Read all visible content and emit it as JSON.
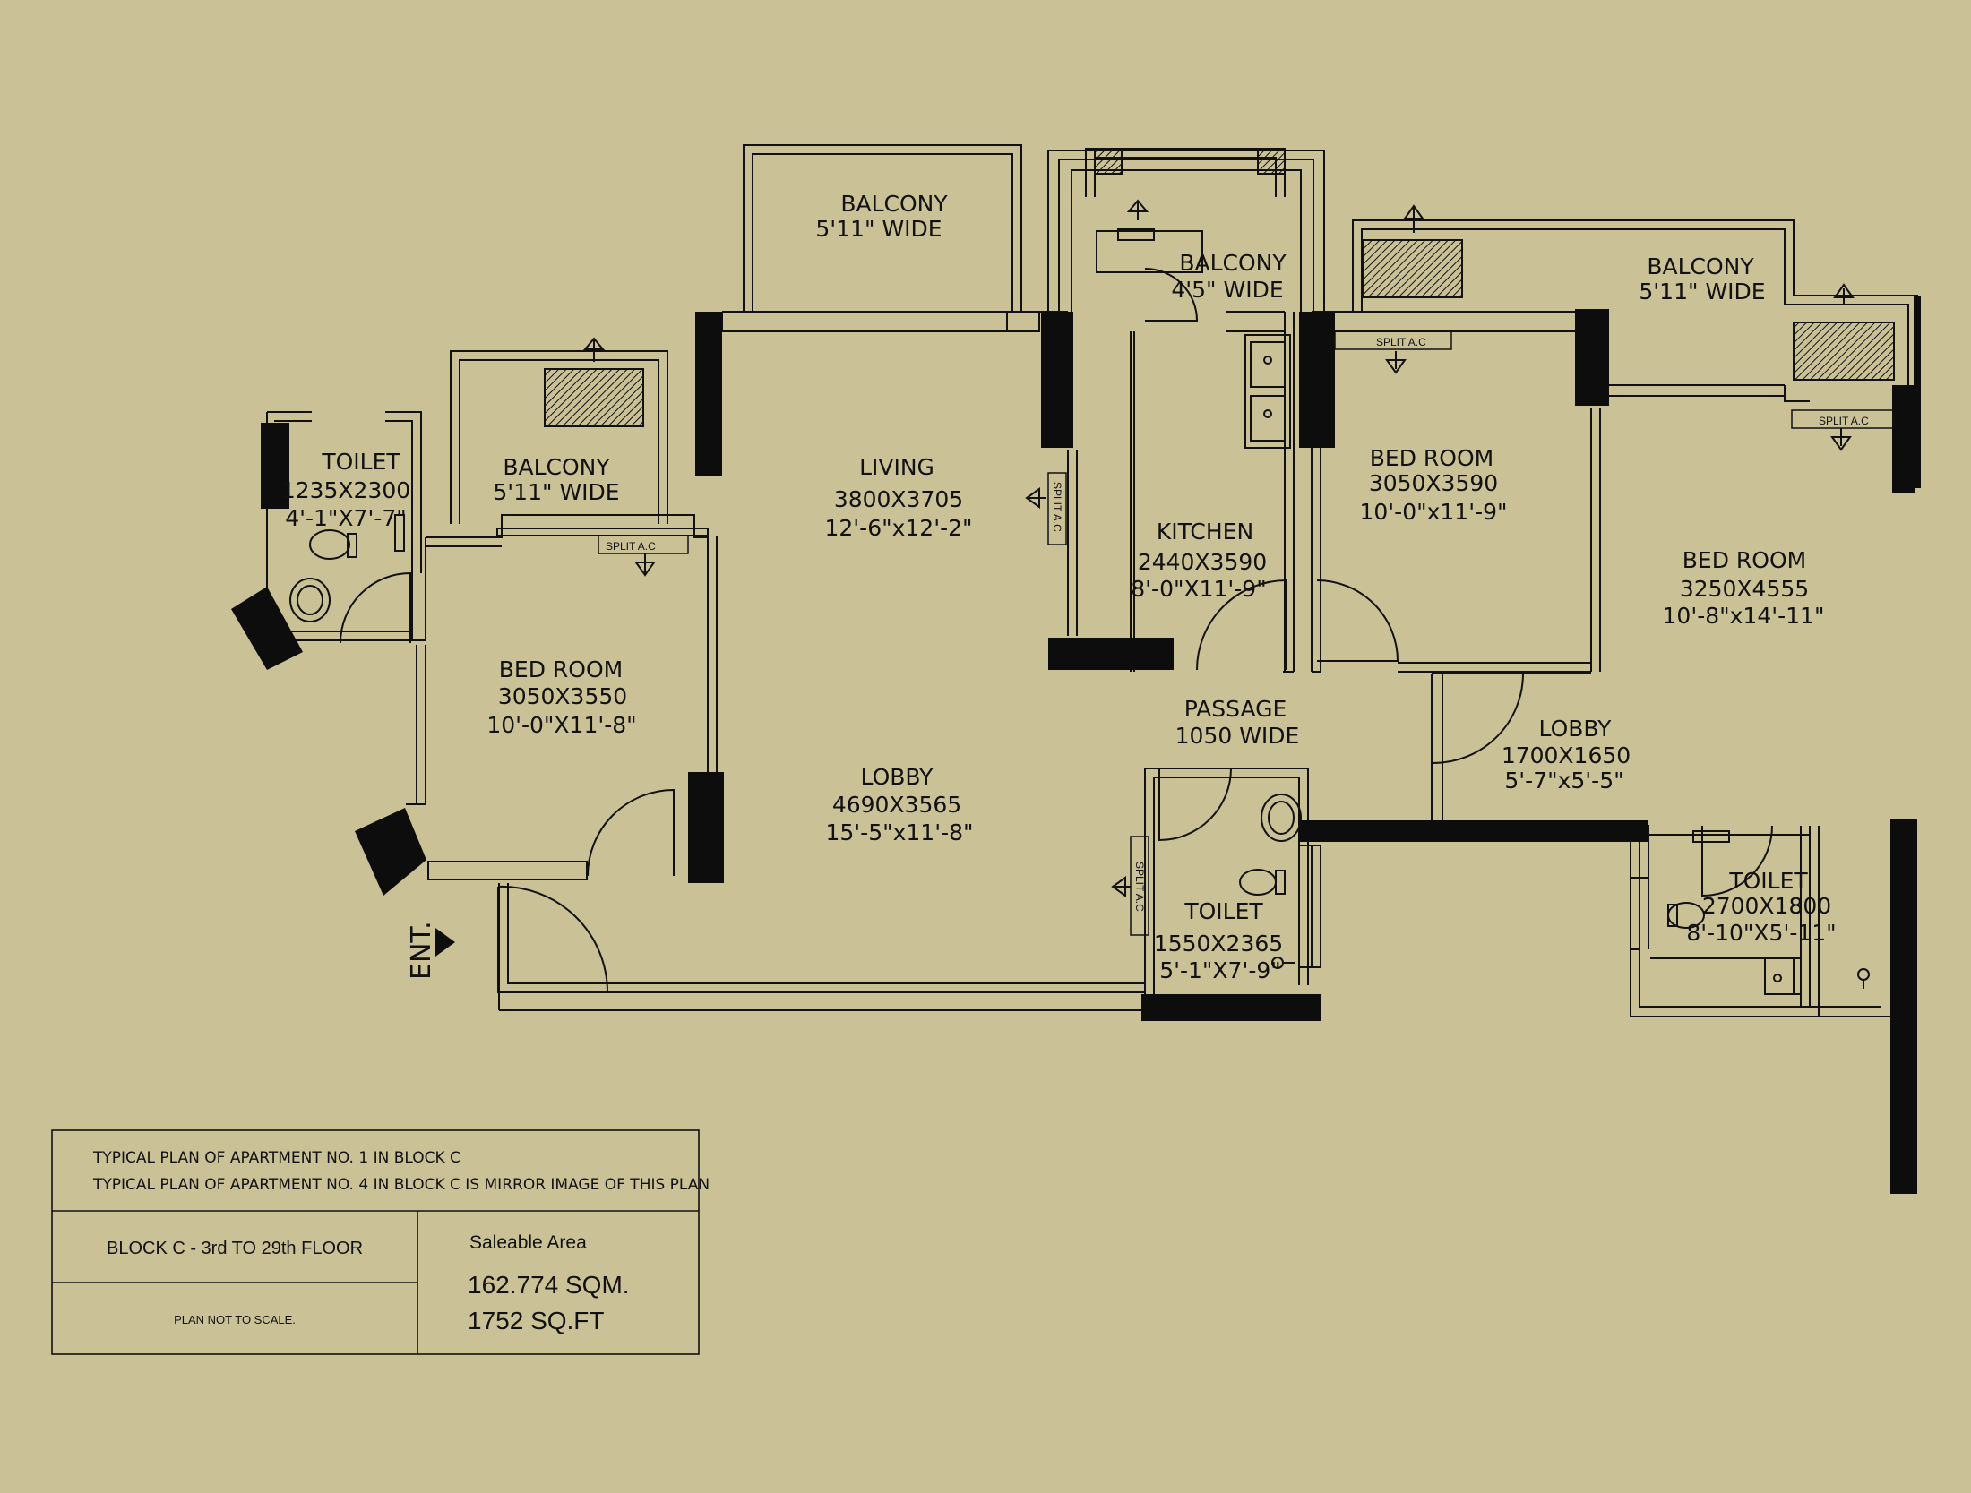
{
  "colors": {
    "background": "#cbc196",
    "ink": "#111111",
    "wall": "#0d0d0d"
  },
  "rooms": {
    "balcony_living": {
      "name": "BALCONY",
      "width": "5'11\" WIDE"
    },
    "balcony_kitchen": {
      "name": "BALCONY",
      "width": "4'5\" WIDE"
    },
    "balcony_right": {
      "name": "BALCONY",
      "width": "5'11\" WIDE"
    },
    "balcony_left": {
      "name": "BALCONY",
      "width": "5'11\" WIDE"
    },
    "toilet_left": {
      "name": "TOILET",
      "mm": "1235X2300",
      "ft": "4'-1\"X7'-7\""
    },
    "living": {
      "name": "LIVING",
      "mm": "3800X3705",
      "ft": "12'-6\"x12'-2\""
    },
    "kitchen": {
      "name": "KITCHEN",
      "mm": "2440X3590",
      "ft": "8'-0\"X11'-9\""
    },
    "bedroom_center": {
      "name": "BED ROOM",
      "mm": "3050X3590",
      "ft": "10'-0\"x11'-9\""
    },
    "bedroom_right": {
      "name": "BED ROOM",
      "mm": "3250X4555",
      "ft": "10'-8\"x14'-11\""
    },
    "bedroom_left": {
      "name": "BED ROOM",
      "mm": "3050X3550",
      "ft": "10'-0\"X11'-8\""
    },
    "passage": {
      "name": "PASSAGE",
      "width": "1050 WIDE"
    },
    "lobby_main": {
      "name": "LOBBY",
      "mm": "4690X3565",
      "ft": "15'-5\"x11'-8\""
    },
    "lobby_right": {
      "name": "LOBBY",
      "mm": "1700X1650",
      "ft": "5'-7\"x5'-5\""
    },
    "toilet_center": {
      "name": "TOILET",
      "mm": "1550X2365",
      "ft": "5'-1\"X7'-9\""
    },
    "toilet_right": {
      "name": "TOILET",
      "mm": "2700X1800",
      "ft": "8'-10\"X5'-11\""
    }
  },
  "split_ac_label": "SPLIT A.C",
  "entrance_label": "ENT.",
  "title_block": {
    "note_line1": "TYPICAL PLAN OF APARTMENT NO. 1 IN BLOCK C",
    "note_line2": "TYPICAL PLAN OF APARTMENT NO. 4 IN BLOCK C IS MIRROR IMAGE OF THIS PLAN",
    "block": "BLOCK C - 3rd TO 29th FLOOR",
    "scale_note": "PLAN NOT TO SCALE.",
    "saleable_label": "Saleable Area",
    "area_sqm": "162.774 SQM.",
    "area_sqft": "1752 SQ.FT"
  }
}
